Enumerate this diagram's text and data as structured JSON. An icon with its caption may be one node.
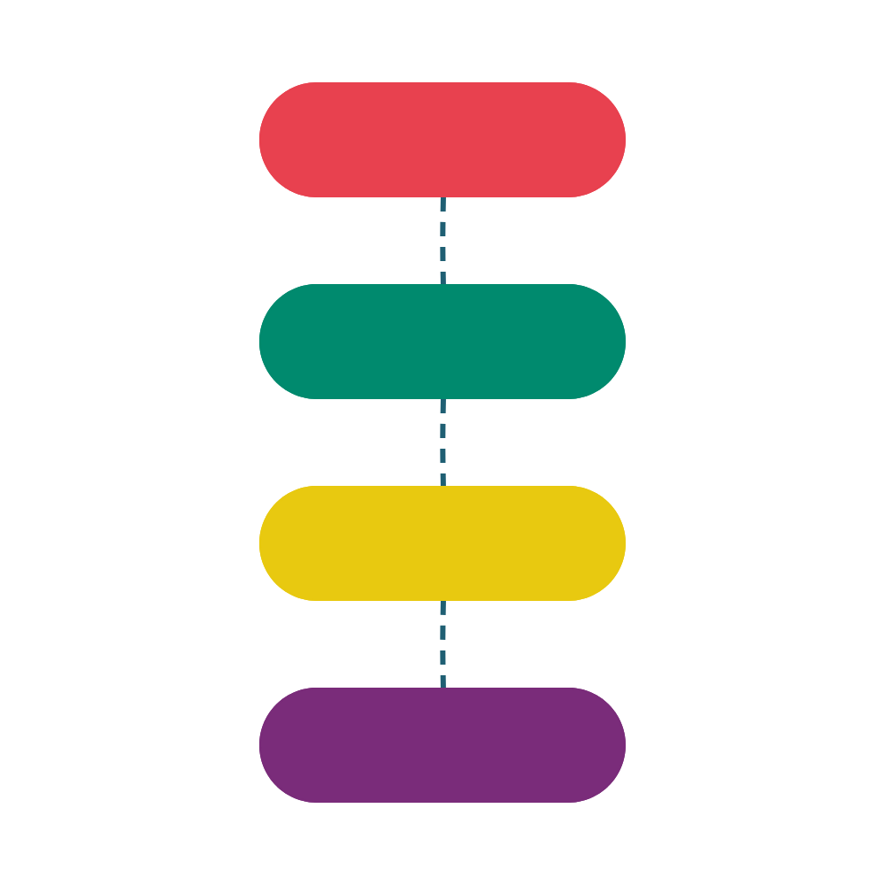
{
  "diagram": {
    "nodes": [
      {
        "text": [],
        "shape": "box"
      },
      {
        "text": [],
        "shape": "box"
      },
      {
        "text": [],
        "shape": "box"
      },
      {
        "text": [],
        "shape": "box"
      }
    ],
    "edges": [
      {
        "from": 0,
        "to": 1,
        "arrow": "none",
        "style": "dashed"
      },
      {
        "from": 1,
        "to": 2,
        "arrow": "none",
        "style": "dashed"
      },
      {
        "from": 2,
        "to": 3,
        "arrow": "none",
        "style": "dashed"
      }
    ]
  }
}
